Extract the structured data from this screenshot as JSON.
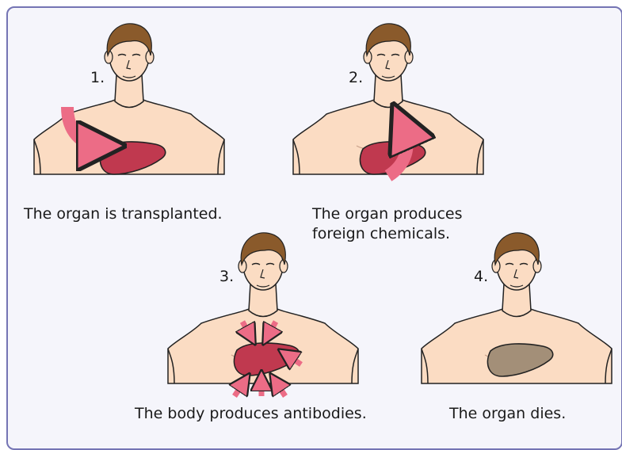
{
  "steps": [
    {
      "number": "1.",
      "caption": [
        "The organ is transplanted."
      ]
    },
    {
      "number": "2.",
      "caption": [
        "The organ produces",
        "foreign chemicals."
      ]
    },
    {
      "number": "3.",
      "caption": [
        "The body produces antibodies."
      ]
    },
    {
      "number": "4.",
      "caption": [
        "The organ dies."
      ]
    }
  ],
  "colors": {
    "frame_border": "#7474b4",
    "frame_fill": "#f5f5fb",
    "skin": "#fbdcc3",
    "hair": "#8a5a2b",
    "liver_healthy": "#c0394f",
    "liver_dead": "#a38f78",
    "arrow": "#ec6c86"
  },
  "icons": {
    "organ": "liver-icon",
    "transplant": "curved-arrow-icon",
    "chemicals": "upward-arrow-icon",
    "antibodies": "inward-arrows-icon"
  }
}
